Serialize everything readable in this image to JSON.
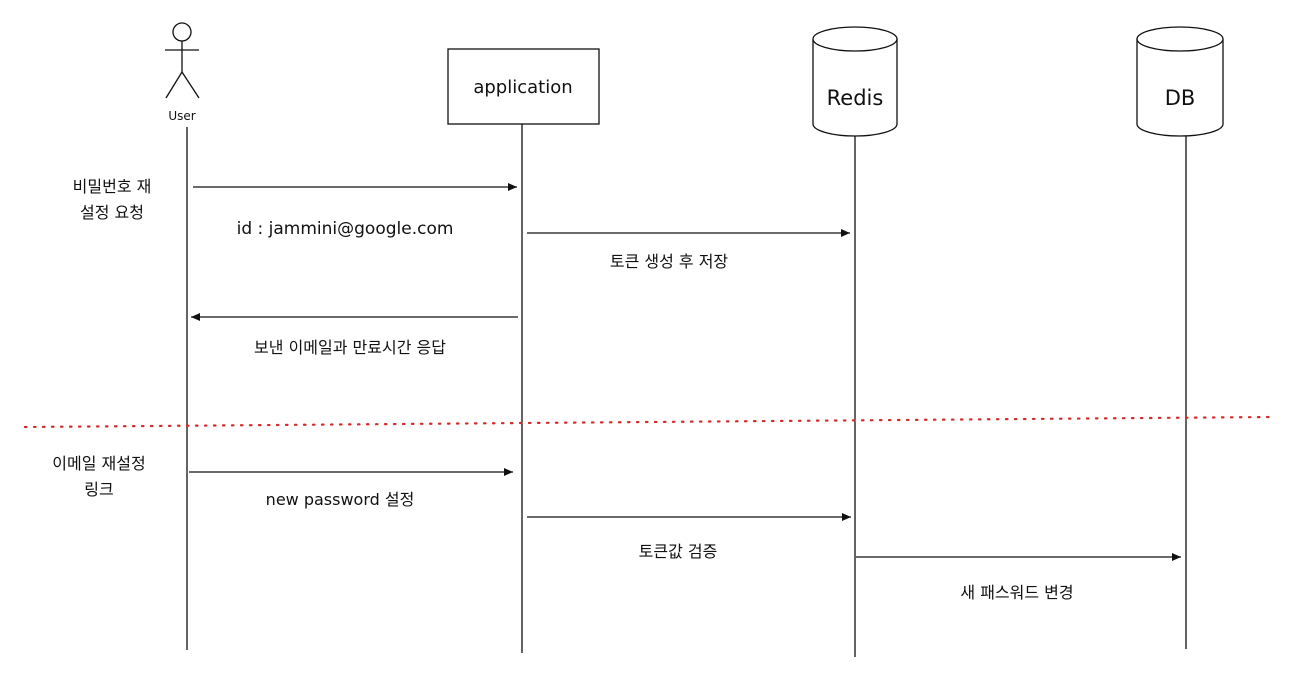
{
  "participants": {
    "user": "User",
    "application": "application",
    "redis": "Redis",
    "db": "DB"
  },
  "notes": {
    "reset_request_line1": "비밀번호 재",
    "reset_request_line2": "설정 요청",
    "email_reset_link_line1": "이메일 재설정",
    "email_reset_link_line2": "링크"
  },
  "messages": {
    "id_label": "id : jammini@google.com",
    "token_save": "토큰 생성 후 저장",
    "reply": "보낸 이메일과 만료시간 응답",
    "new_password": "new password 설정",
    "token_verify": "토큰값 검증",
    "change_password": "새 패스워드 변경"
  },
  "colors": {
    "line": "#111111",
    "separator": "#d42a2a",
    "background": "#ffffff"
  }
}
